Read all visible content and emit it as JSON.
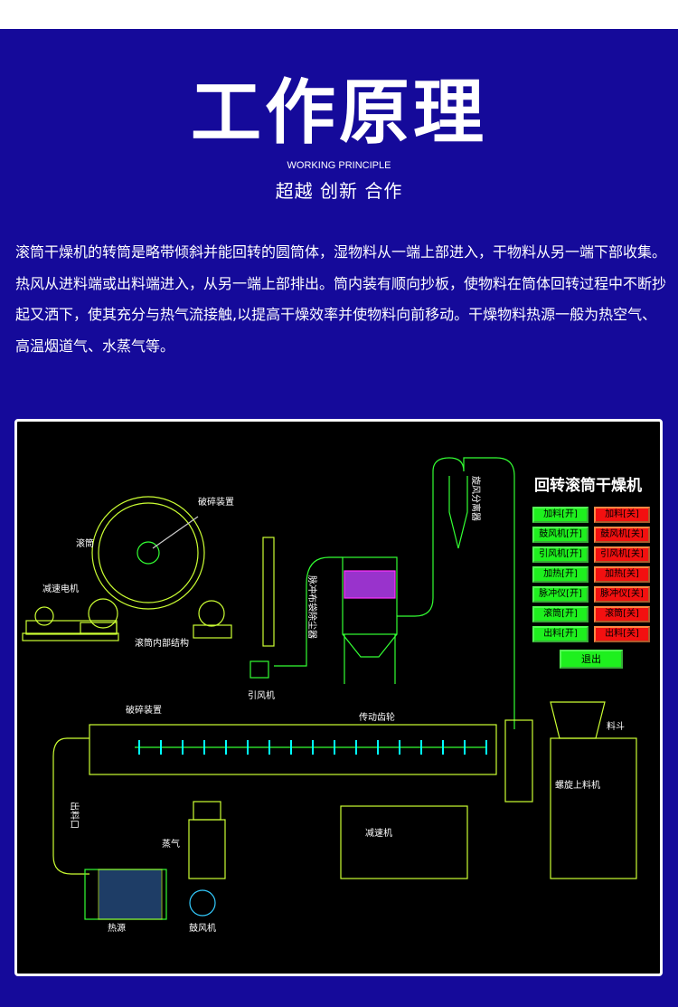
{
  "header": {
    "title": "工作原理",
    "subtitle": "WORKING PRINCIPLE",
    "slogan": "超越  创新  合作"
  },
  "description": "滚筒干燥机的转筒是略带倾斜并能回转的圆筒体，湿物料从一端上部进入，干物料从另一端下部收集。热风从进料端或出料端进入，从另一端上部排出。筒内装有顺向抄板，使物料在筒体回转过程中不断抄起又洒下，使其充分与热气流接触,以提高干燥效率并使物料向前移动。干燥物料热源一般为热空气、高温烟道气、水蒸气等。",
  "diagram": {
    "labels": {
      "crusher_top": "破碎装置",
      "drum": "滚筒",
      "motor": "减速电机",
      "internal": "滚筒内部结构",
      "fan_induced": "引风机",
      "bag_filter": "脉冲布袋除尘器",
      "cyclone": "旋风分离器",
      "crusher": "破碎装置",
      "gear": "传动齿轮",
      "hopper": "料斗",
      "discharge": "出料口",
      "steam": "蒸气",
      "reducer": "减速机",
      "screw": "螺旋上料机",
      "heat": "热源",
      "blower": "鼓风机"
    },
    "control": {
      "title": "回转滚筒干燥机",
      "rows": [
        {
          "on": "加料[开]",
          "off": "加料[关]"
        },
        {
          "on": "鼓风机[开]",
          "off": "鼓风机[关]"
        },
        {
          "on": "引风机[开]",
          "off": "引风机[关]"
        },
        {
          "on": "加热[开]",
          "off": "加热[关]"
        },
        {
          "on": "脉冲仪[开]",
          "off": "脉冲仪[关]"
        },
        {
          "on": "滚筒[开]",
          "off": "滚筒[关]"
        },
        {
          "on": "出料[开]",
          "off": "出料[关]"
        }
      ],
      "exit": "退出",
      "colors": {
        "on": "#1ef01e",
        "off": "#f31010"
      }
    }
  }
}
